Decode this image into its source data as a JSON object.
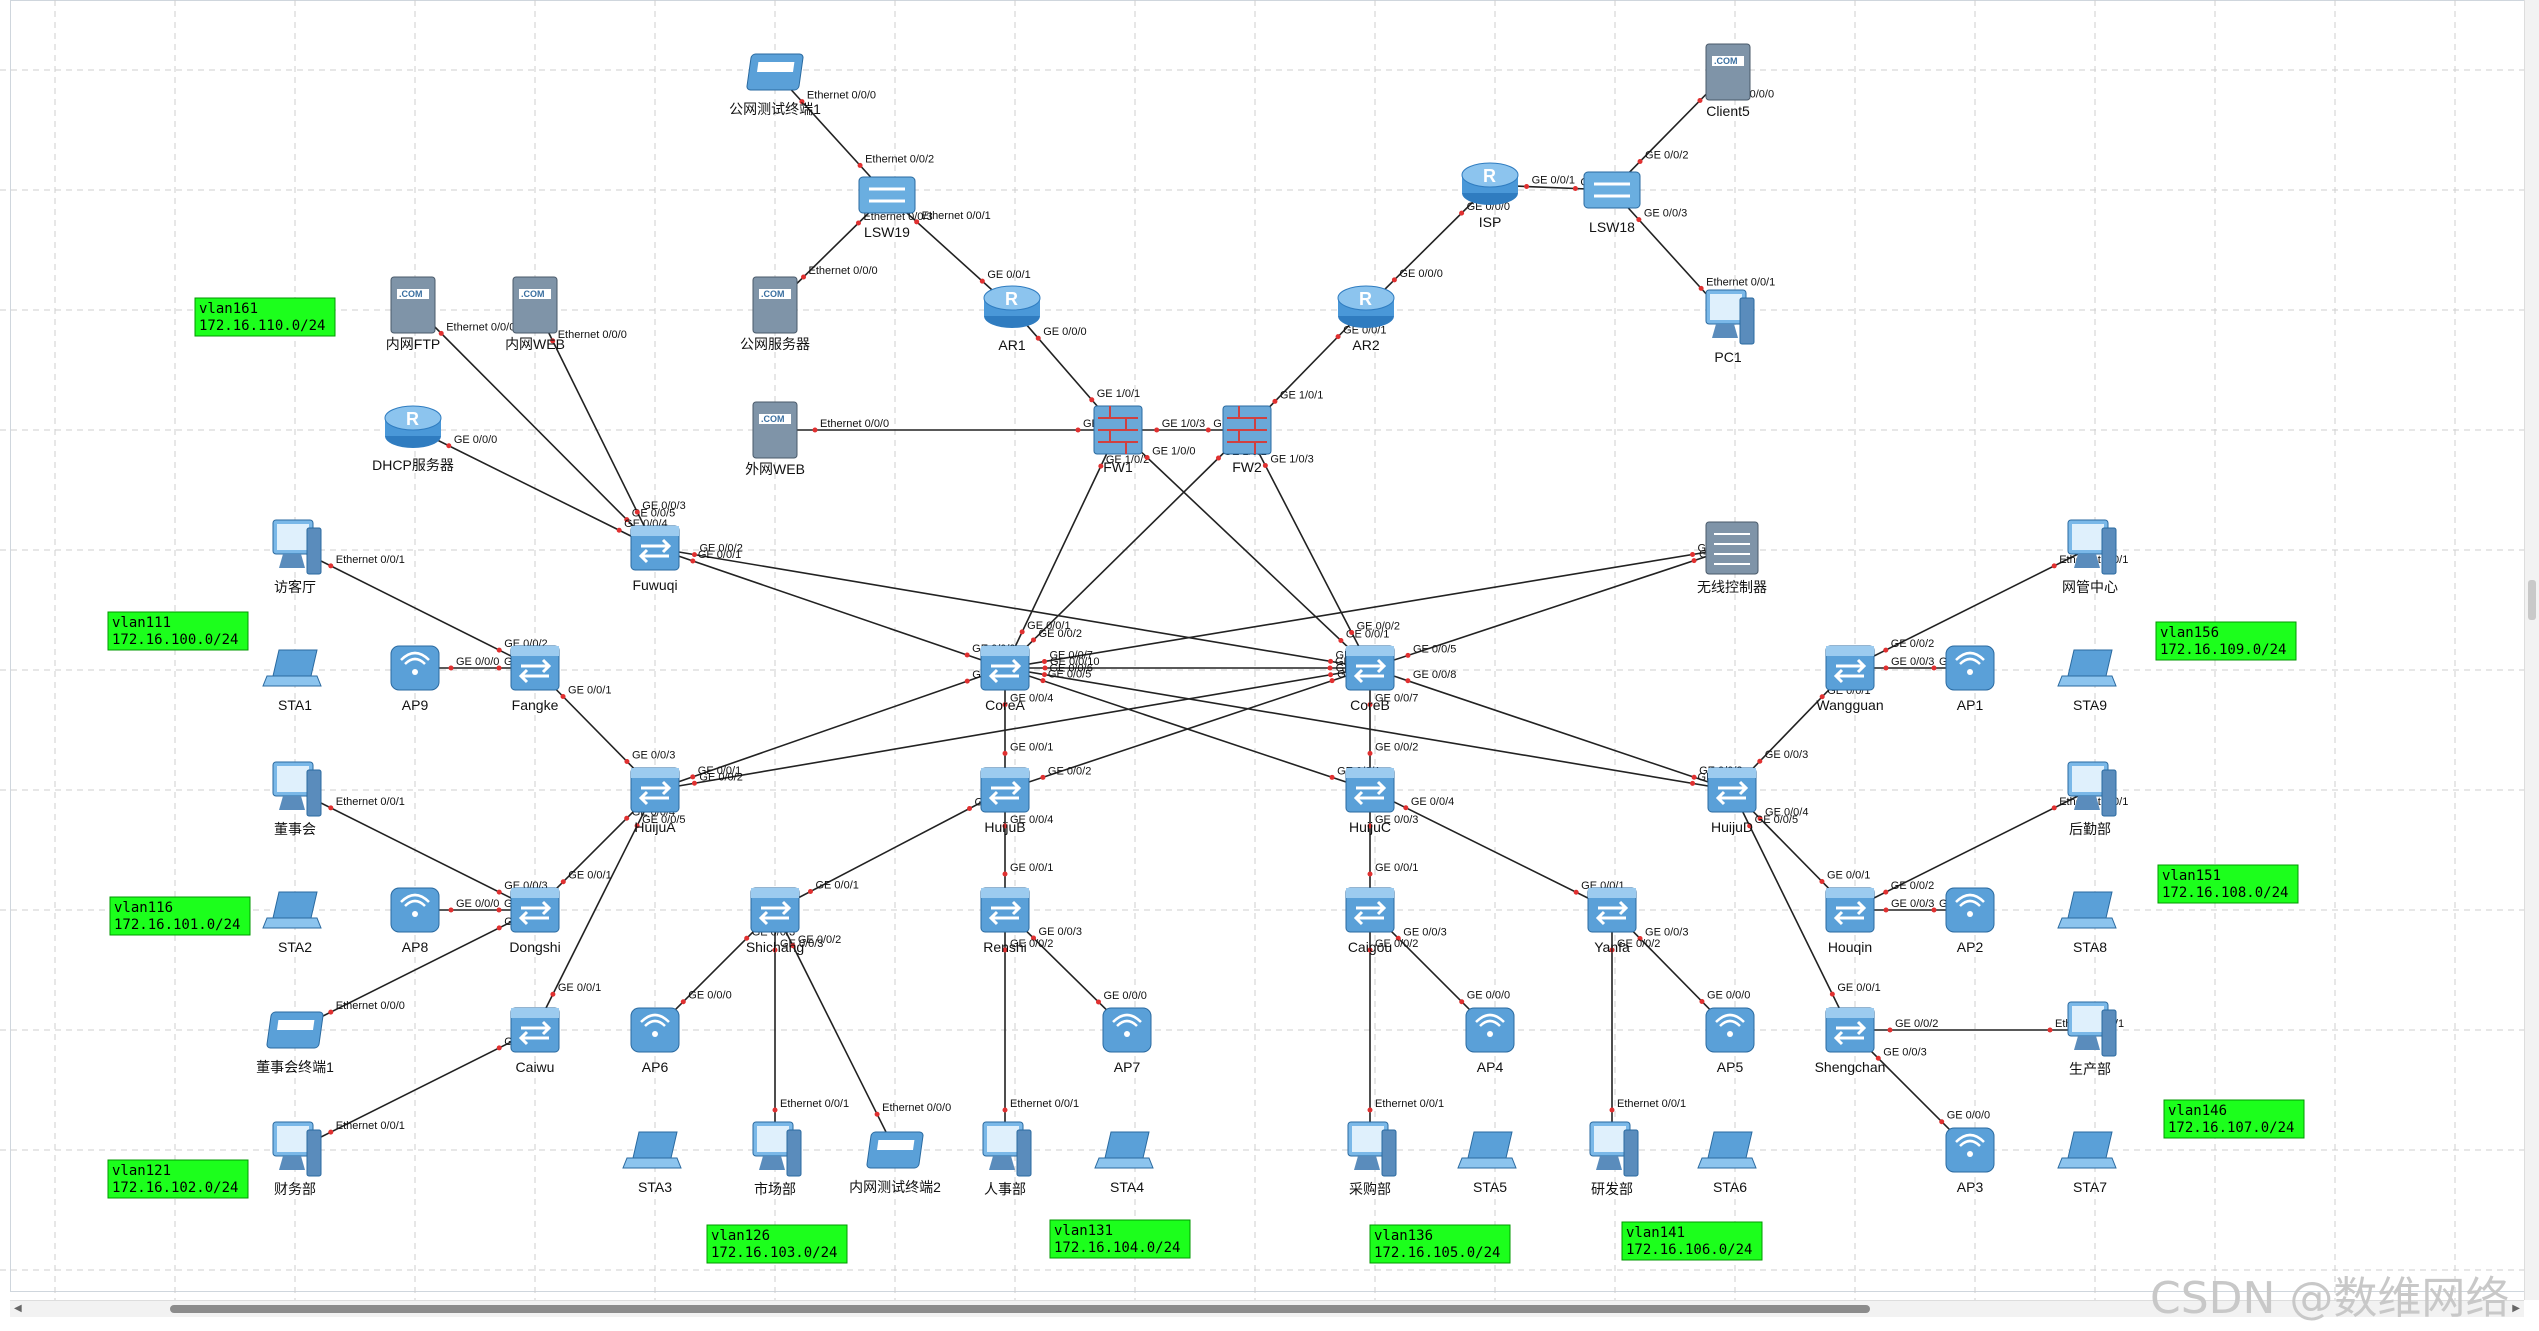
{
  "watermark": "CSDN @数维网络",
  "vlans": [
    {
      "id": "v161",
      "l1": "vlan161",
      "l2": "172.16.110.0/24"
    },
    {
      "id": "v111",
      "l1": "vlan111",
      "l2": "172.16.100.0/24"
    },
    {
      "id": "v116",
      "l1": "vlan116",
      "l2": "172.16.101.0/24"
    },
    {
      "id": "v121",
      "l1": "vlan121",
      "l2": "172.16.102.0/24"
    },
    {
      "id": "v126",
      "l1": "vlan126",
      "l2": "172.16.103.0/24"
    },
    {
      "id": "v131",
      "l1": "vlan131",
      "l2": "172.16.104.0/24"
    },
    {
      "id": "v136",
      "l1": "vlan136",
      "l2": "172.16.105.0/24"
    },
    {
      "id": "v141",
      "l1": "vlan141",
      "l2": "172.16.106.0/24"
    },
    {
      "id": "v156",
      "l1": "vlan156",
      "l2": "172.16.109.0/24"
    },
    {
      "id": "v151",
      "l1": "vlan151",
      "l2": "172.16.108.0/24"
    },
    {
      "id": "v146",
      "l1": "vlan146",
      "l2": "172.16.107.0/24"
    }
  ],
  "devices": [
    {
      "id": "pubtest1",
      "type": "client",
      "label": "公网测试终端1"
    },
    {
      "id": "lsw19",
      "type": "switch2",
      "label": "LSW19"
    },
    {
      "id": "pubsrv",
      "type": "server",
      "label": "公网服务器"
    },
    {
      "id": "ar1",
      "type": "router",
      "label": "AR1"
    },
    {
      "id": "extweb",
      "type": "server",
      "label": "外网WEB"
    },
    {
      "id": "fw1",
      "type": "firewall",
      "label": "FW1"
    },
    {
      "id": "fw2",
      "type": "firewall",
      "label": "FW2"
    },
    {
      "id": "isp",
      "type": "router",
      "label": "ISP"
    },
    {
      "id": "lsw18",
      "type": "switch2",
      "label": "LSW18"
    },
    {
      "id": "client5",
      "type": "server",
      "label": "Client5"
    },
    {
      "id": "pc1",
      "type": "pc",
      "label": "PC1"
    },
    {
      "id": "ar2",
      "type": "router",
      "label": "AR2"
    },
    {
      "id": "intftp",
      "type": "server",
      "label": "内网FTP"
    },
    {
      "id": "intweb",
      "type": "server",
      "label": "内网WEB"
    },
    {
      "id": "dhcp",
      "type": "router",
      "label": "DHCP服务器"
    },
    {
      "id": "fuwuqi",
      "type": "switch3",
      "label": "Fuwuqi"
    },
    {
      "id": "visitor",
      "type": "pc",
      "label": "访客厅"
    },
    {
      "id": "sta1",
      "type": "laptop",
      "label": "STA1"
    },
    {
      "id": "ap9",
      "type": "ap",
      "label": "AP9"
    },
    {
      "id": "fangke",
      "type": "switch3",
      "label": "Fangke"
    },
    {
      "id": "board",
      "type": "pc",
      "label": "董事会"
    },
    {
      "id": "sta2",
      "type": "laptop",
      "label": "STA2"
    },
    {
      "id": "ap8",
      "type": "ap",
      "label": "AP8"
    },
    {
      "id": "dongshi",
      "type": "switch3",
      "label": "Dongshi"
    },
    {
      "id": "boardterm",
      "type": "client",
      "label": "董事会终端1"
    },
    {
      "id": "caiwu",
      "type": "switch3",
      "label": "Caiwu"
    },
    {
      "id": "finance",
      "type": "pc",
      "label": "财务部"
    },
    {
      "id": "huiju_a",
      "type": "switch3",
      "label": "HuijuA"
    },
    {
      "id": "corea",
      "type": "switch3",
      "label": "CoreA"
    },
    {
      "id": "coreb",
      "type": "switch3",
      "label": "CoreB"
    },
    {
      "id": "huiju_b",
      "type": "switch3",
      "label": "HuijuB"
    },
    {
      "id": "huiju_c",
      "type": "switch3",
      "label": "HuijuC"
    },
    {
      "id": "huiju_d",
      "type": "switch3",
      "label": "HuijuD"
    },
    {
      "id": "shichang",
      "type": "switch3",
      "label": "Shichang"
    },
    {
      "id": "ap6",
      "type": "ap",
      "label": "AP6"
    },
    {
      "id": "sta3",
      "type": "laptop",
      "label": "STA3"
    },
    {
      "id": "market",
      "type": "pc",
      "label": "市场部"
    },
    {
      "id": "inttest2",
      "type": "client",
      "label": "内网测试终端2"
    },
    {
      "id": "renshi",
      "type": "switch3",
      "label": "Renshi"
    },
    {
      "id": "ap7",
      "type": "ap",
      "label": "AP7"
    },
    {
      "id": "hr",
      "type": "pc",
      "label": "人事部"
    },
    {
      "id": "sta4",
      "type": "laptop",
      "label": "STA4"
    },
    {
      "id": "caigou",
      "type": "switch3",
      "label": "Caigou"
    },
    {
      "id": "ap4",
      "type": "ap",
      "label": "AP4"
    },
    {
      "id": "purchase",
      "type": "pc",
      "label": "采购部"
    },
    {
      "id": "sta5",
      "type": "laptop",
      "label": "STA5"
    },
    {
      "id": "yanfa",
      "type": "switch3",
      "label": "Yanfa"
    },
    {
      "id": "ap5",
      "type": "ap",
      "label": "AP5"
    },
    {
      "id": "rd",
      "type": "pc",
      "label": "研发部"
    },
    {
      "id": "sta6",
      "type": "laptop",
      "label": "STA6"
    },
    {
      "id": "ac",
      "type": "ac",
      "label": "无线控制器"
    },
    {
      "id": "netcenter",
      "type": "pc",
      "label": "网管中心"
    },
    {
      "id": "wangguan",
      "type": "switch3",
      "label": "Wangguan"
    },
    {
      "id": "ap1",
      "type": "ap",
      "label": "AP1"
    },
    {
      "id": "sta9",
      "type": "laptop",
      "label": "STA9"
    },
    {
      "id": "logistics",
      "type": "pc",
      "label": "后勤部"
    },
    {
      "id": "houqin",
      "type": "switch3",
      "label": "Houqin"
    },
    {
      "id": "ap2",
      "type": "ap",
      "label": "AP2"
    },
    {
      "id": "sta8",
      "type": "laptop",
      "label": "STA8"
    },
    {
      "id": "shengchan",
      "type": "switch3",
      "label": "Shengchan"
    },
    {
      "id": "production",
      "type": "pc",
      "label": "生产部"
    },
    {
      "id": "ap3",
      "type": "ap",
      "label": "AP3"
    },
    {
      "id": "sta7",
      "type": "laptop",
      "label": "STA7"
    }
  ],
  "links": [
    {
      "a": "pubtest1",
      "b": "lsw19",
      "pa": "Ethernet 0/0/0",
      "pb": "Ethernet 0/0/2"
    },
    {
      "a": "pubsrv",
      "b": "lsw19",
      "pa": "Ethernet 0/0/0",
      "pb": "Ethernet 0/0/3"
    },
    {
      "a": "lsw19",
      "b": "ar1",
      "pa": "Ethernet 0/0/1",
      "pb": "GE 0/0/1"
    },
    {
      "a": "ar1",
      "b": "fw1",
      "pa": "GE 0/0/0",
      "pb": "GE 1/0/1"
    },
    {
      "a": "extweb",
      "b": "fw1",
      "pa": "Ethernet 0/0/0",
      "pb": "GE 1/0/4"
    },
    {
      "a": "fw1",
      "b": "fw2",
      "pa": "GE 1/0/3",
      "pb": "GE 1/0/3"
    },
    {
      "a": "fw2",
      "b": "ar2",
      "pa": "GE 1/0/1",
      "pb": "GE 0/0/1"
    },
    {
      "a": "ar2",
      "b": "isp",
      "pa": "GE 0/0/0",
      "pb": "GE 0/0/0"
    },
    {
      "a": "isp",
      "b": "lsw18",
      "pa": "GE 0/0/1",
      "pb": "GE 0/0/1"
    },
    {
      "a": "lsw18",
      "b": "client5",
      "pa": "GE 0/0/2",
      "pb": "Ethernet 0/0/0"
    },
    {
      "a": "lsw18",
      "b": "pc1",
      "pa": "GE 0/0/3",
      "pb": "Ethernet 0/0/1"
    },
    {
      "a": "fw1",
      "b": "corea",
      "pa": "GE 1/0/2",
      "pb": "GE 0/0/1"
    },
    {
      "a": "fw1",
      "b": "coreb",
      "pa": "GE 1/0/0",
      "pb": "GE 0/0/1"
    },
    {
      "a": "fw2",
      "b": "corea",
      "pa": "GE 1/0/2",
      "pb": "GE 0/0/2"
    },
    {
      "a": "fw2",
      "b": "coreb",
      "pa": "GE 1/0/3",
      "pb": "GE 0/0/2"
    },
    {
      "a": "intftp",
      "b": "fuwuqi",
      "pa": "Ethernet 0/0/0",
      "pb": "GE 0/0/5"
    },
    {
      "a": "intweb",
      "b": "fuwuqi",
      "pa": "Ethernet 0/0/0",
      "pb": "GE 0/0/3"
    },
    {
      "a": "dhcp",
      "b": "fuwuqi",
      "pa": "GE 0/0/0",
      "pb": "GE 0/0/4"
    },
    {
      "a": "fuwuqi",
      "b": "corea",
      "pa": "GE 0/0/1",
      "pb": "GE 0/0/9"
    },
    {
      "a": "fuwuqi",
      "b": "coreb",
      "pa": "GE 0/0/2",
      "pb": "GE 0/0/9"
    },
    {
      "a": "visitor",
      "b": "fangke",
      "pa": "Ethernet 0/0/1",
      "pb": "GE 0/0/2"
    },
    {
      "a": "ap9",
      "b": "fangke",
      "pa": "GE 0/0/0",
      "pb": "GE 0/0/3"
    },
    {
      "a": "fangke",
      "b": "huiju_a",
      "pa": "GE 0/0/1",
      "pb": "GE 0/0/3"
    },
    {
      "a": "board",
      "b": "dongshi",
      "pa": "Ethernet 0/0/1",
      "pb": "GE 0/0/3"
    },
    {
      "a": "ap8",
      "b": "dongshi",
      "pa": "GE 0/0/0",
      "pb": "GE 0/0/4"
    },
    {
      "a": "boardterm",
      "b": "dongshi",
      "pa": "Ethernet 0/0/0",
      "pb": "GE 0/0/2"
    },
    {
      "a": "dongshi",
      "b": "huiju_a",
      "pa": "GE 0/0/1",
      "pb": "GE 0/0/4"
    },
    {
      "a": "caiwu",
      "b": "huiju_a",
      "pa": "GE 0/0/1",
      "pb": "GE 0/0/5"
    },
    {
      "a": "finance",
      "b": "caiwu",
      "pa": "Ethernet 0/0/1",
      "pb": "GE 0/0/2"
    },
    {
      "a": "huiju_a",
      "b": "corea",
      "pa": "GE 0/0/1",
      "pb": "GE 0/0/3"
    },
    {
      "a": "huiju_a",
      "b": "coreb",
      "pa": "GE 0/0/2",
      "pb": "GE 0/0/3"
    },
    {
      "a": "corea",
      "b": "coreb",
      "pa": "GE 0/0/10",
      "pb": "GE 0/0/10"
    },
    {
      "a": "corea",
      "b": "huiju_b",
      "pa": "GE 0/0/4",
      "pb": "GE 0/0/1"
    },
    {
      "a": "coreb",
      "b": "huiju_b",
      "pa": "GE 0/0/4",
      "pb": "GE 0/0/2"
    },
    {
      "a": "corea",
      "b": "huiju_c",
      "pa": "GE 0/0/5",
      "pb": "GE 0/0/1"
    },
    {
      "a": "coreb",
      "b": "huiju_c",
      "pa": "GE 0/0/7",
      "pb": "GE 0/0/2"
    },
    {
      "a": "corea",
      "b": "huiju_d",
      "pa": "GE 0/0/6",
      "pb": "GE 0/0/1"
    },
    {
      "a": "coreb",
      "b": "huiju_d",
      "pa": "GE 0/0/8",
      "pb": "GE 0/0/2"
    },
    {
      "a": "corea",
      "b": "ac",
      "pa": "GE 0/0/7",
      "pb": "GE 0/0/1"
    },
    {
      "a": "coreb",
      "b": "ac",
      "pa": "GE 0/0/5",
      "pb": "GE 0/0/2"
    },
    {
      "a": "huiju_b",
      "b": "shichang",
      "pa": "GE 0/0/3",
      "pb": "GE 0/0/1"
    },
    {
      "a": "huiju_b",
      "b": "renshi",
      "pa": "GE 0/0/4",
      "pb": "GE 0/0/1"
    },
    {
      "a": "shichang",
      "b": "ap6",
      "pa": "GE 0/0/3",
      "pb": "GE 0/0/0"
    },
    {
      "a": "shichang",
      "b": "market",
      "pa": "GE 0/0/3",
      "pb": "Ethernet 0/0/1"
    },
    {
      "a": "shichang",
      "b": "inttest2",
      "pa": "GE 0/0/2",
      "pb": "Ethernet 0/0/0"
    },
    {
      "a": "renshi",
      "b": "ap7",
      "pa": "GE 0/0/3",
      "pb": "GE 0/0/0"
    },
    {
      "a": "renshi",
      "b": "hr",
      "pa": "GE 0/0/2",
      "pb": "Ethernet 0/0/1"
    },
    {
      "a": "huiju_c",
      "b": "caigou",
      "pa": "GE 0/0/3",
      "pb": "GE 0/0/1"
    },
    {
      "a": "huiju_c",
      "b": "yanfa",
      "pa": "GE 0/0/4",
      "pb": "GE 0/0/1"
    },
    {
      "a": "caigou",
      "b": "ap4",
      "pa": "GE 0/0/3",
      "pb": "GE 0/0/0"
    },
    {
      "a": "caigou",
      "b": "purchase",
      "pa": "GE 0/0/2",
      "pb": "Ethernet 0/0/1"
    },
    {
      "a": "yanfa",
      "b": "ap5",
      "pa": "GE 0/0/3",
      "pb": "GE 0/0/0"
    },
    {
      "a": "yanfa",
      "b": "rd",
      "pa": "GE 0/0/2",
      "pb": "Ethernet 0/0/1"
    },
    {
      "a": "huiju_d",
      "b": "wangguan",
      "pa": "GE 0/0/3",
      "pb": "GE 0/0/1"
    },
    {
      "a": "huiju_d",
      "b": "houqin",
      "pa": "GE 0/0/4",
      "pb": "GE 0/0/1"
    },
    {
      "a": "huiju_d",
      "b": "shengchan",
      "pa": "GE 0/0/5",
      "pb": "GE 0/0/1"
    },
    {
      "a": "wangguan",
      "b": "netcenter",
      "pa": "GE 0/0/2",
      "pb": "Ethernet 0/0/1"
    },
    {
      "a": "wangguan",
      "b": "ap1",
      "pa": "GE 0/0/3",
      "pb": "GE 0/0/0"
    },
    {
      "a": "houqin",
      "b": "logistics",
      "pa": "GE 0/0/2",
      "pb": "Ethernet 0/0/1"
    },
    {
      "a": "houqin",
      "b": "ap2",
      "pa": "GE 0/0/3",
      "pb": "GE 0/0/0"
    },
    {
      "a": "shengchan",
      "b": "production",
      "pa": "GE 0/0/2",
      "pb": "Ethernet 0/0/1"
    },
    {
      "a": "shengchan",
      "b": "ap3",
      "pa": "GE 0/0/3",
      "pb": "GE 0/0/0"
    }
  ]
}
